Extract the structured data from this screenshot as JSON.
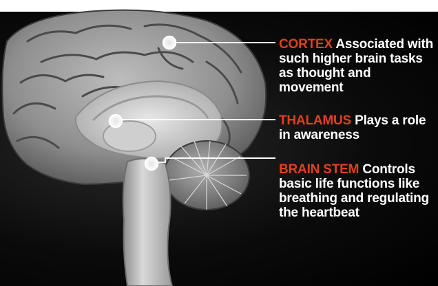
{
  "diagram": {
    "subject": "brain",
    "colors": {
      "background": "#000000",
      "term": "#e0401f",
      "text": "#ffffff"
    },
    "labels": [
      {
        "term": "CORTEX",
        "description": "Associated with such higher brain tasks as thought and movement"
      },
      {
        "term": "THALAMUS",
        "description": "Plays a role in awareness"
      },
      {
        "term": "BRAIN STEM",
        "description": "Controls basic life functions like breathing and regulating the heartbeat"
      }
    ]
  }
}
